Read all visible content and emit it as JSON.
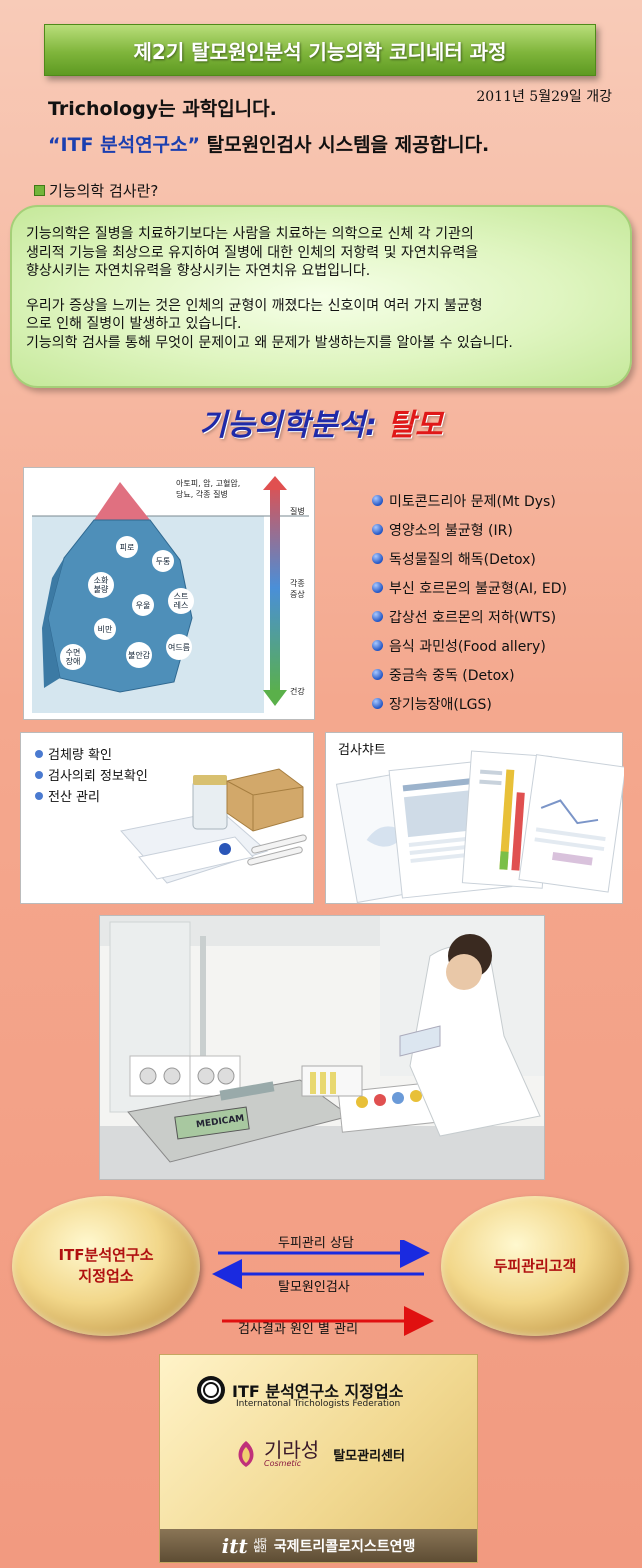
{
  "header": {
    "banner": "제2기 탈모원인분석 기능의학 코디네터 과정",
    "date": "2011년 5월29일 개강",
    "line1": "Trichology는 과학입니다.",
    "line2_highlight": "“ITF 분석연구소”",
    "line2_rest": " 탈모원인검사 시스템을 제공합니다."
  },
  "section": {
    "heading": "기능의학 검사란?",
    "para1": "기능의학은 질병을 치료하기보다는 사람을 치료하는 의학으로 신체 각 기관의\n생리적 기능을 최상으로 유지하여 질병에 대한 인체의 저항력 및 자연치유력을\n향상시키는 자연치유력을 향상시키는 자연치유 요법입니다.",
    "para2": "우리가 증상을 느끼는 것은 인체의 균형이 깨졌다는 신호이며 여러 가지 불균형\n으로 인해 질병이 발생하고 있습니다.\n기능의학 검사를 통해 무엇이 문제이고 왜 문제가 발생하는지를 알아볼 수 있습니다."
  },
  "analysis": {
    "title_a": "기능의학분석:",
    "title_b": "탈모"
  },
  "iceberg": {
    "tip_label": "아토피, 암, 고혈압,\n당뇨, 각종 질병",
    "scale_top": "질병",
    "scale_mid": "각종\n증상",
    "scale_bottom": "건강",
    "bubbles": [
      "피로",
      "두통",
      "소화\n불량",
      "우울",
      "스트\n레스",
      "비만",
      "여드름",
      "불안감",
      "수면\n장애"
    ]
  },
  "problems": [
    "미토콘드리아 문제(Mt Dys)",
    "영양소의 불균형 (IR)",
    "독성물질의 해독(Detox)",
    "부신 호르몬의 불균형(AI, ED)",
    "갑상선 호르몬의 저하(WTS)",
    "음식 과민성(Food allery)",
    "중금속 중독 (Detox)",
    "장기능장애(LGS)"
  ],
  "kit": {
    "items": [
      "검체량 확인",
      "검사의뢰 정보확인",
      "전산 관리"
    ]
  },
  "chart_panel": {
    "title": "검사챠트"
  },
  "lab": {
    "device_label": "MEDICAM"
  },
  "workflow": {
    "left": "ITF분석연구소\n지정업소",
    "right": "두피관리고객",
    "step1": "두피관리 상담",
    "step2": "탈모원인검사",
    "step3": "검사결과 원인 별 관리"
  },
  "certificate": {
    "title": "ITF 분석연구소 지정업소",
    "subtitle": "Internatonal Trichologists Federation",
    "brand": "기라성",
    "brand_sub": "Cosmetic",
    "center": "탈모관리센터",
    "footer_logo": "itt",
    "footer_small": "사단법인",
    "footer_text": "국제트리콜로지스트연맹"
  },
  "colors": {
    "banner_green": "#7fb53b",
    "highlight_blue": "#1b3fb0",
    "arrow_blue": "#1a2ae0",
    "arrow_red": "#e01010"
  }
}
